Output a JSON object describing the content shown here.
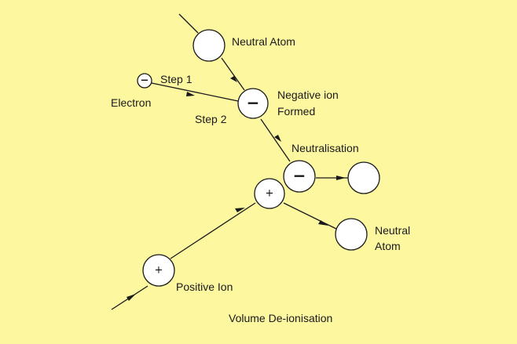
{
  "colors": {
    "background": "#fdf7a0",
    "particle_fill": "#ffffff",
    "stroke": "#1a1a1a"
  },
  "particles": {
    "neutral_atom_top": "",
    "electron": "−",
    "negative_ion": "−",
    "negative_ion_neutralising": "−",
    "positive_ion_colliding": "+",
    "positive_ion_incoming": "+",
    "neutral_atom_right": "",
    "neutral_atom_bottom": ""
  },
  "labels": {
    "neutral_atom_top": "Neutral Atom",
    "step1": "Step 1",
    "electron": "Electron",
    "negative_ion_line1": "Negative ion",
    "negative_ion_line2": "Formed",
    "step2": "Step 2",
    "neutralisation": "Neutralisation",
    "neutral_atom_bottom_line1": "Neutral",
    "neutral_atom_bottom_line2": "Atom",
    "positive_ion": "Positive Ion",
    "caption": "Volume De-ionisation"
  }
}
